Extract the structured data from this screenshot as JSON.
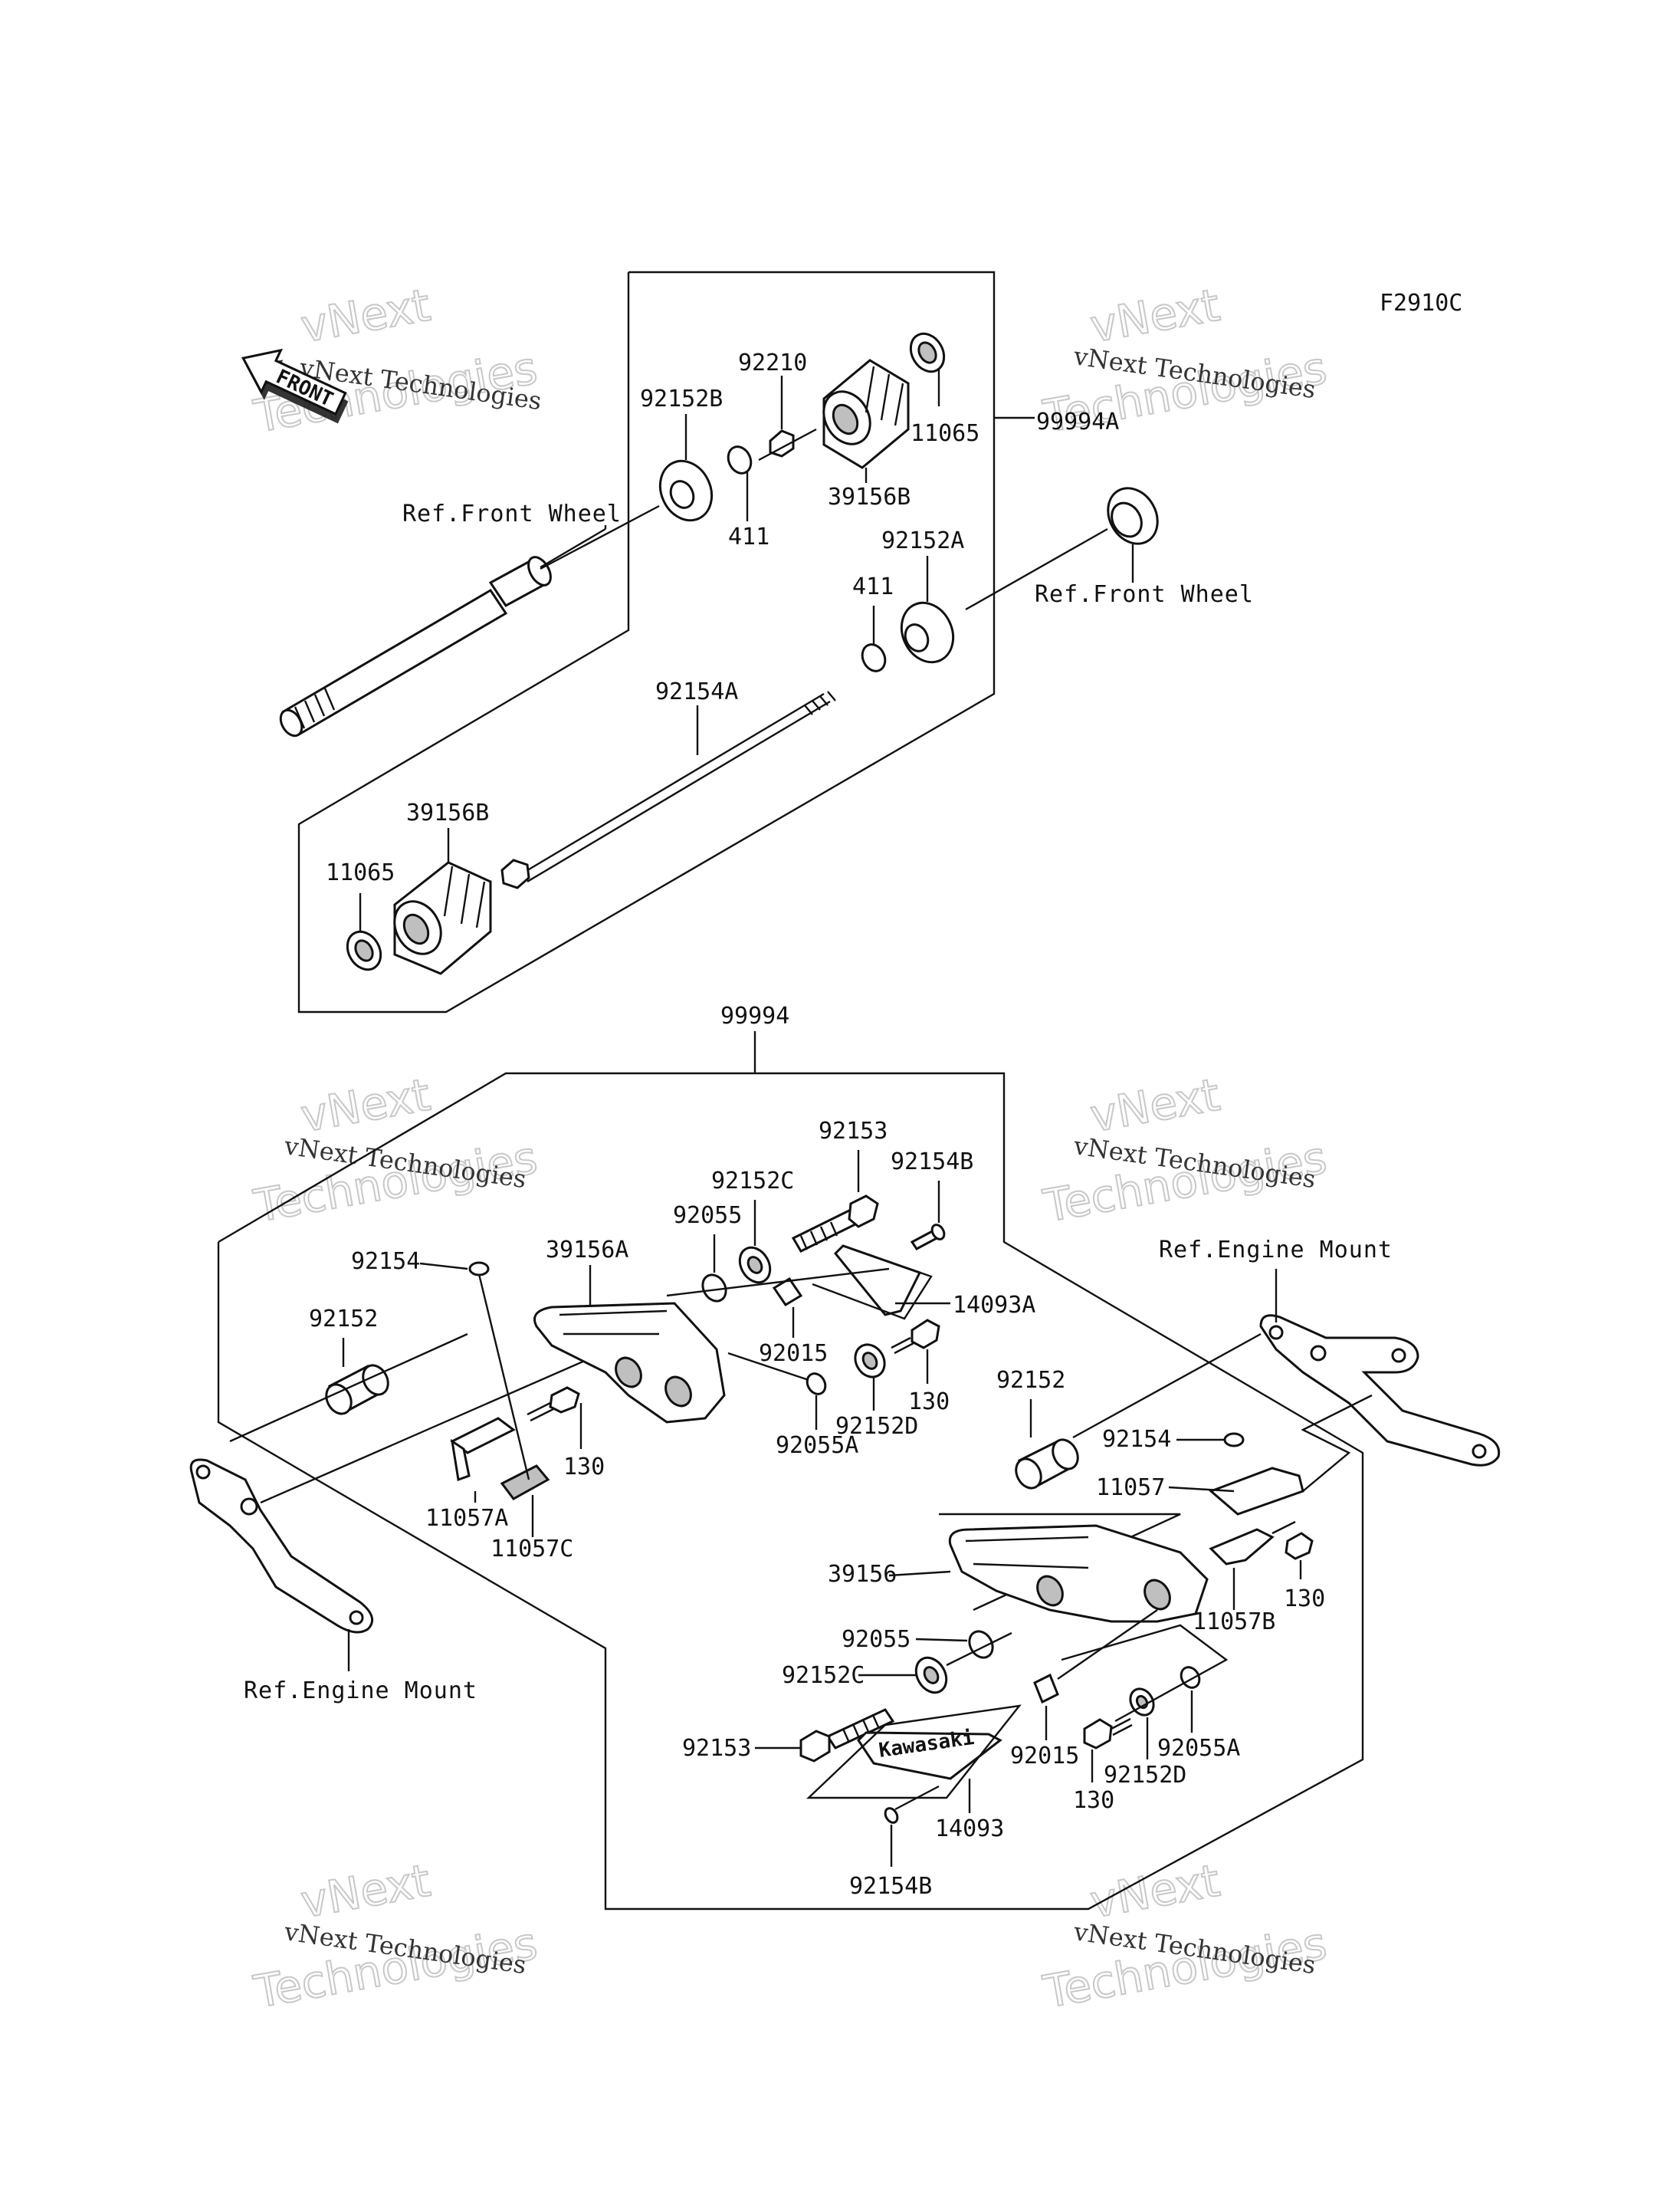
{
  "figure_code": "F2910C",
  "direction_badge": "FRONT",
  "watermarks": [
    {
      "line1": "vNext Technologies",
      "line2": "vNext",
      "line3": "Technologies"
    },
    {
      "line1": "vNext Technologies",
      "line2": "vNext",
      "line3": "Technologies"
    },
    {
      "line1": "vNext Technologies",
      "line2": "vNext",
      "line3": "Technologies"
    },
    {
      "line1": "vNext Technologies",
      "line2": "vNext",
      "line3": "Technologies"
    },
    {
      "line1": "vNext Technologies",
      "line2": "vNext",
      "line3": "Technologies"
    },
    {
      "line1": "vNext Technologies",
      "line2": "vNext",
      "line3": "Technologies"
    }
  ],
  "references": {
    "front_wheel_left": "Ref.Front Wheel",
    "front_wheel_right": "Ref.Front Wheel",
    "engine_mount_left": "Ref.Engine Mount",
    "engine_mount_right": "Ref.Engine Mount"
  },
  "parts": {
    "p99994A": "99994A",
    "p92210": "92210",
    "p92152B": "92152B",
    "p11065_top": "11065",
    "p39156B_top": "39156B",
    "p411_top": "411",
    "p92152A": "92152A",
    "p411_mid": "411",
    "p92154A": "92154A",
    "p39156B_bot": "39156B",
    "p11065_bot": "11065",
    "p99994": "99994",
    "p92153_top": "92153",
    "p92154B_top": "92154B",
    "p92152C_top": "92152C",
    "p92055_top": "92055",
    "p39156A": "39156A",
    "p92154_left": "92154",
    "p14093A": "14093A",
    "p92152_left": "92152",
    "p92015_top": "92015",
    "p130_mid": "130",
    "p92152D_top": "92152D",
    "p92055A_top": "92055A",
    "p130_left": "130",
    "p11057A": "11057A",
    "p11057C": "11057C",
    "p92152_right": "92152",
    "p92154_right": "92154",
    "p11057": "11057",
    "p39156": "39156",
    "p11057B": "11057B",
    "p130_right": "130",
    "p92055_bot": "92055",
    "p92152C_bot": "92152C",
    "p92153_bot": "92153",
    "p92015_bot": "92015",
    "p92152D_bot": "92152D",
    "p92055A_bot": "92055A",
    "p130_bot": "130",
    "p14093": "14093",
    "p92154B_bot": "92154B",
    "logo_text": "Kawasaki"
  }
}
